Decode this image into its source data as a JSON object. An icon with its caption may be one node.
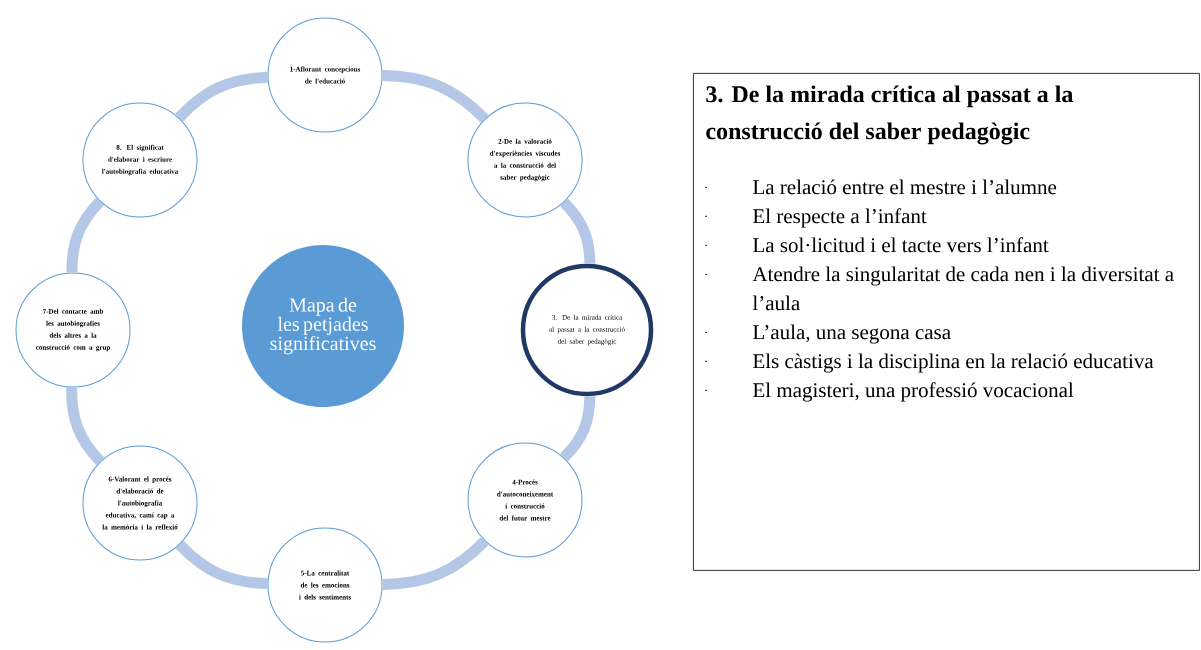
{
  "diagram": {
    "nodes": [
      {
        "text": [
          "1-Aflorant concepcions de l'educació"
        ]
      },
      {
        "text": [
          "2-De la valoració d'experiències viscudes a la construcció del saber pedagògic"
        ]
      },
      {
        "text": [
          "3. De la mirada crítica al passat a la construcció del saber pedagògic"
        ]
      },
      {
        "text": [
          "4-Procés d'autoconeixement i construcció del futur mestre"
        ]
      },
      {
        "text": [
          "5-La centralitat de les emocions i dels sentiments"
        ]
      },
      {
        "text": [
          "6-Valorant el procés d'elaboració de l'autobiografia educativa, camí cap a la memòria i la reflexió"
        ]
      },
      {
        "text": [
          "7-Del contacte amb les autobiografies dels altres a la construcció com a grup"
        ]
      },
      {
        "text": [
          "8. El significat d'elaborar i escriure l'autobiografia educativa"
        ]
      },
      {
        "text": [
          "Mapa de les petjades significatives"
        ]
      },
      {
        "text": [
          "3. De la mirada crítica al passat a la construcció del saber pedagògic",
          "La relació entre el mestre i l’alumne",
          "El respecte a l’infant",
          "La sol·licitud i el tacte vers l’infant",
          "Atendre la singularitat de cada nen i la diversitat a l’aula",
          "L’aula, una segona casa",
          "Els càstigs i la disciplina en la relació educativa",
          "El magisteri, una professió vocacional"
        ]
      }
    ],
    "edges": [
      {
        "from": 0,
        "to": 1,
        "arrow": "none"
      },
      {
        "from": 1,
        "to": 2,
        "arrow": "none"
      },
      {
        "from": 2,
        "to": 3,
        "arrow": "none"
      },
      {
        "from": 3,
        "to": 4,
        "arrow": "none"
      },
      {
        "from": 4,
        "to": 5,
        "arrow": "none"
      },
      {
        "from": 5,
        "to": 6,
        "arrow": "none"
      },
      {
        "from": 6,
        "to": 7,
        "arrow": "none"
      },
      {
        "from": 7,
        "to": 0,
        "arrow": "none"
      }
    ]
  }
}
